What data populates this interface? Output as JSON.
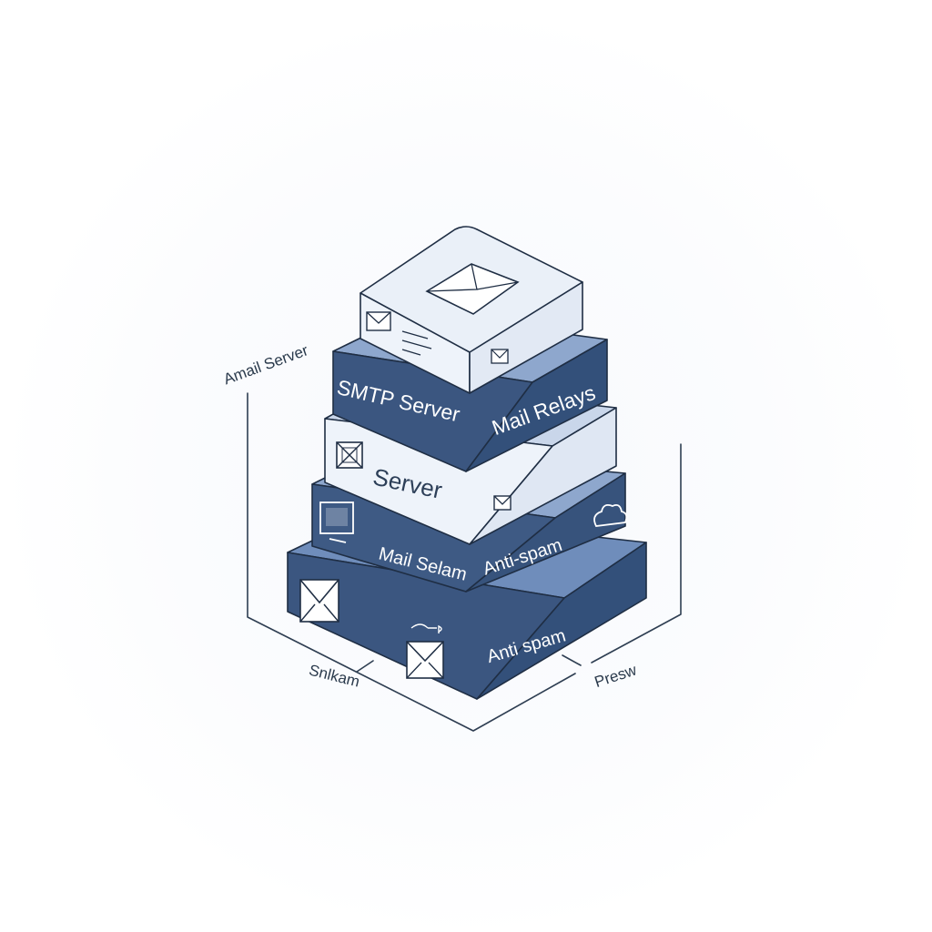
{
  "diagram": {
    "labels": {
      "left_top": "Amail Server",
      "left_bottom": "Snlkam",
      "right_bottom": "Presw"
    },
    "layers": [
      {
        "id": "anti-spam-base",
        "texts": [
          "Anti spam"
        ],
        "icons": [
          "envelope-icon",
          "envelope-flag-icon"
        ]
      },
      {
        "id": "mail-selam",
        "texts": [
          "Mail Selam",
          "Anti-spam"
        ],
        "icons": [
          "monitor-icon",
          "cloud-icon"
        ]
      },
      {
        "id": "server",
        "texts": [
          "Server"
        ],
        "icons": [
          "envelope-x-icon",
          "envelope-icon"
        ]
      },
      {
        "id": "smtp",
        "texts": [
          "SMTP Server",
          "Mail Relays"
        ],
        "icons": []
      },
      {
        "id": "top-box",
        "texts": [],
        "icons": [
          "envelope-icon",
          "envelope-icon",
          "text-lines-icon"
        ]
      }
    ],
    "colors": {
      "dark_blue": "#3b5680",
      "mid_blue": "#7f9ac4",
      "light_face": "#eef3fa",
      "outline": "#1f2e44",
      "label": "#2a3a4c"
    }
  }
}
